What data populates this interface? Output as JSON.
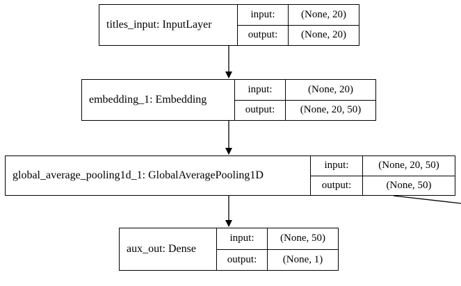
{
  "nodes": [
    {
      "name": "titles_input: InputLayer",
      "input_label": "input:",
      "input_value": "(None, 20)",
      "output_label": "output:",
      "output_value": "(None, 20)"
    },
    {
      "name": "embedding_1: Embedding",
      "input_label": "input:",
      "input_value": "(None, 20)",
      "output_label": "output:",
      "output_value": "(None, 20, 50)"
    },
    {
      "name": "global_average_pooling1d_1: GlobalAveragePooling1D",
      "input_label": "input:",
      "input_value": "(None, 20, 50)",
      "output_label": "output:",
      "output_value": "(None, 50)"
    },
    {
      "name": "aux_out: Dense",
      "input_label": "input:",
      "input_value": "(None, 50)",
      "output_label": "output:",
      "output_value": "(None, 1)"
    }
  ],
  "edges": [
    {
      "from": 0,
      "to": 1
    },
    {
      "from": 1,
      "to": 2
    },
    {
      "from": 2,
      "to": 3
    },
    {
      "from": 2,
      "to": "offscreen-right"
    }
  ]
}
